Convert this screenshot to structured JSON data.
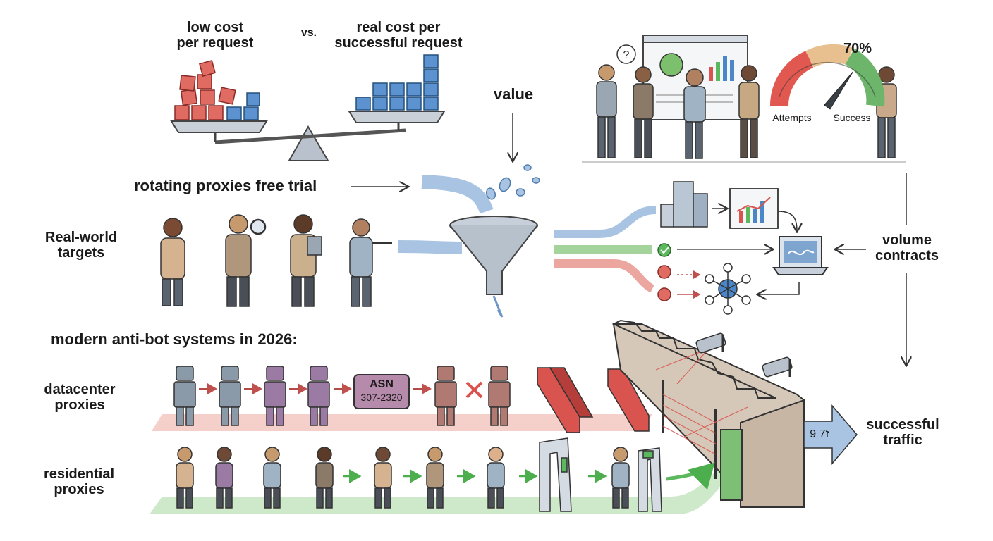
{
  "header": {
    "left_label": "low cost\nper request",
    "vs": "vs.",
    "right_label": "real cost per\nsuccessful request",
    "value_label": "value"
  },
  "gauge": {
    "percent": "70%",
    "level": 0.7,
    "left_label": "Attempts",
    "right_label": "Success",
    "colors": {
      "bad": "#e0584f",
      "mid": "#e8c08f",
      "good": "#6db56b"
    }
  },
  "funnel_section": {
    "trial_label": "rotating proxies free trial",
    "targets_label": "Real-world\ntargets",
    "volume_label": "volume\ncontracts"
  },
  "antibot": {
    "heading": "modern anti-bot systems in 2026:",
    "datacenter_label": "datacenter\nproxies",
    "residential_label": "residential\nproxies",
    "asn_line1": "ASN",
    "asn_line2": "307-2320",
    "success_label": "successful\ntraffic",
    "arrow_text": "9 ז7"
  },
  "colors": {
    "red": "#d9534f",
    "green": "#5cb85c",
    "blue": "#4a86c8",
    "wall": "#d6c8b8",
    "track_red": "#f2c4bd",
    "track_green": "#c9e6c4",
    "purple": "#9b7aa3"
  }
}
